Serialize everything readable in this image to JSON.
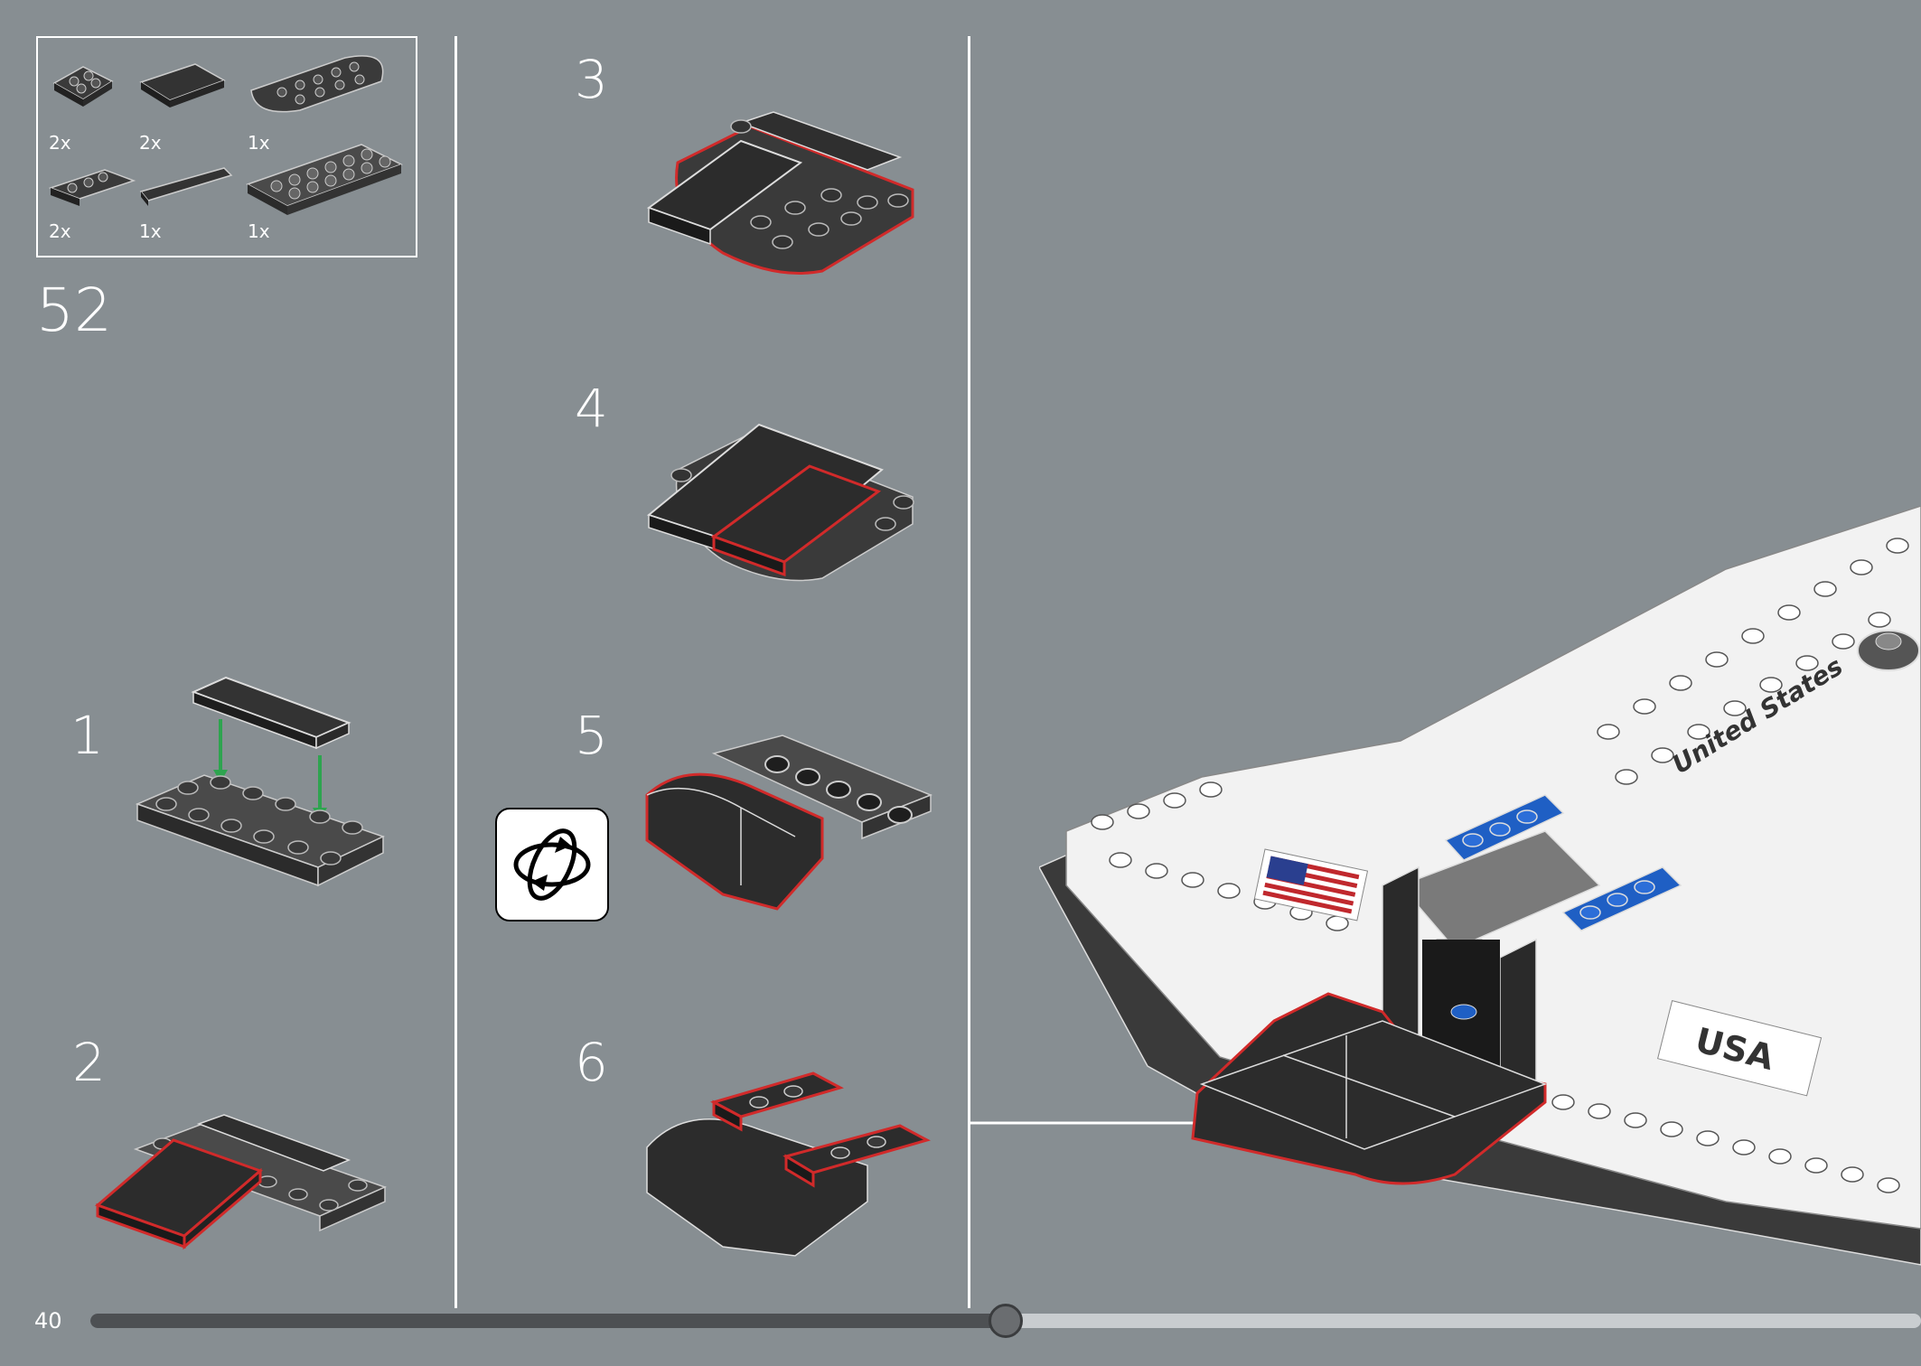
{
  "page": {
    "step_number": "52",
    "page_number": "40",
    "progress": 0.5
  },
  "parts": [
    {
      "qty": "2x",
      "name": "wedge-plate-2x2"
    },
    {
      "qty": "2x",
      "name": "tile-2x4"
    },
    {
      "qty": "1x",
      "name": "wedge-plate-rounded"
    },
    {
      "qty": "2x",
      "name": "plate-1x2"
    },
    {
      "qty": "1x",
      "name": "tile-1x4"
    },
    {
      "qty": "1x",
      "name": "plate-2x6"
    }
  ],
  "substeps": [
    {
      "label": "1"
    },
    {
      "label": "2"
    },
    {
      "label": "3"
    },
    {
      "label": "4"
    },
    {
      "label": "5"
    },
    {
      "label": "6"
    }
  ],
  "icons": {
    "rotate": "rotate-model-icon"
  },
  "colors": {
    "background": "#878e92",
    "brick_dark": "#2f2f2f",
    "highlight": "#d12a2a",
    "arrow_green": "#2ea44f",
    "shuttle_white": "#f2f2f2",
    "accent_blue": "#1f5fc4"
  }
}
